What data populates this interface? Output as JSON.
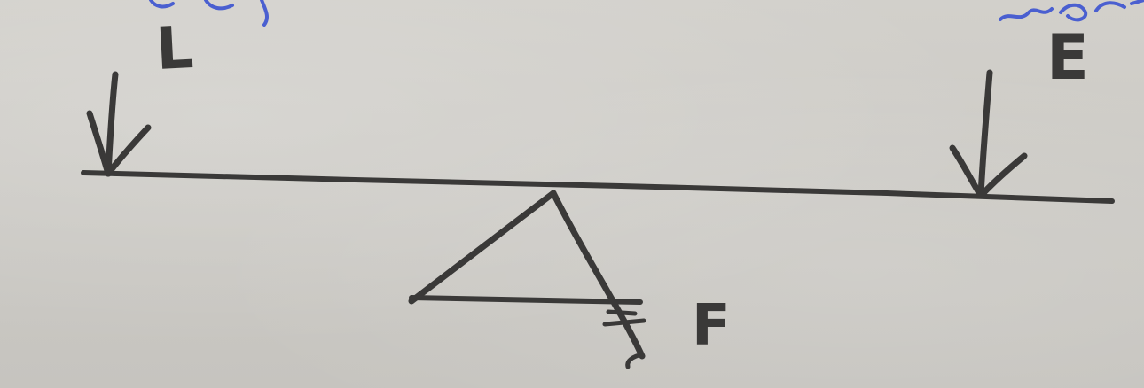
{
  "diagram": {
    "labels": {
      "load": "L",
      "effort": "E",
      "fulcrum": "F"
    },
    "colors": {
      "paper": "#cfcdc8",
      "ink": "#3a3938",
      "blue_ink": "#4a5fd0"
    }
  }
}
